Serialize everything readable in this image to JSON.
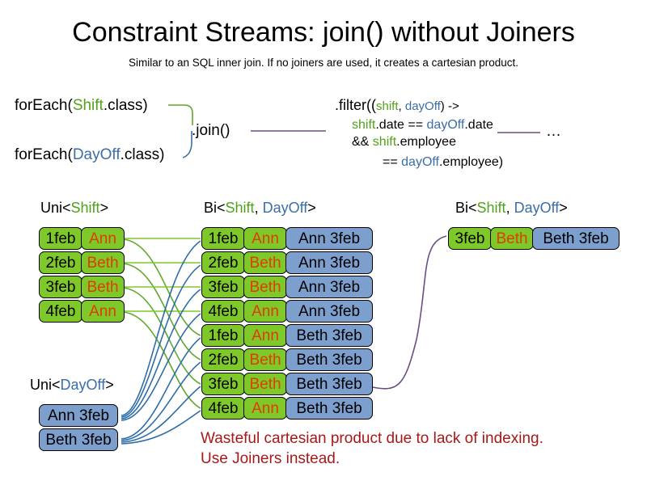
{
  "title": "Constraint Streams: join() without Joiners",
  "subtitle": "Similar to an SQL inner join. If no joiners are used, it creates a cartesian product.",
  "code": {
    "foreach_shift_pre": "forEach(",
    "foreach_shift_type": "Shift",
    "foreach_shift_post": ".class)",
    "foreach_dayoff_pre": "forEach(",
    "foreach_dayoff_type": "DayOff",
    "foreach_dayoff_post": ".class)",
    "join_label": ".join()",
    "ellipsis": "…",
    "filter": {
      "l1_pre": ".filter((",
      "l1_shift": "shift",
      "l1_comma": ", ",
      "l1_dayoff": "dayOff",
      "l1_post": ") ->",
      "l2_shift": "shift",
      "l2_mid": ".date == ",
      "l2_dayoff": "dayOff",
      "l2_post": ".date",
      "l3_pre": "&& ",
      "l3_shift": "shift",
      "l3_post": ".employee",
      "l4_pre": "== ",
      "l4_dayoff": "dayOff",
      "l4_post": ".employee)"
    }
  },
  "labels": {
    "uni_shift": {
      "pre": "Uni<",
      "type": "Shift",
      "post": ">"
    },
    "bi_mid": {
      "pre": "Bi<",
      "type_a": "Shift",
      "comma": ", ",
      "type_b": "DayOff",
      "post": ">"
    },
    "bi_right": {
      "pre": "Bi<",
      "type_a": "Shift",
      "comma": ", ",
      "type_b": "DayOff",
      "post": ">"
    },
    "uni_dayoff": {
      "pre": "Uni<",
      "type": "DayOff",
      "post": ">"
    }
  },
  "uni_shift_rows": [
    {
      "date": "1feb",
      "name": "Ann"
    },
    {
      "date": "2feb",
      "name": "Beth"
    },
    {
      "date": "3feb",
      "name": "Beth"
    },
    {
      "date": "4feb",
      "name": "Ann"
    }
  ],
  "uni_dayoff_rows": [
    {
      "pair": "Ann 3feb"
    },
    {
      "pair": "Beth 3feb"
    }
  ],
  "bi_mid_rows": [
    {
      "date": "1feb",
      "name": "Ann",
      "pair": "Ann 3feb"
    },
    {
      "date": "2feb",
      "name": "Beth",
      "pair": "Ann 3feb"
    },
    {
      "date": "3feb",
      "name": "Beth",
      "pair": "Ann 3feb"
    },
    {
      "date": "4feb",
      "name": "Ann",
      "pair": "Ann 3feb"
    },
    {
      "date": "1feb",
      "name": "Ann",
      "pair": "Beth 3feb"
    },
    {
      "date": "2feb",
      "name": "Beth",
      "pair": "Beth 3feb"
    },
    {
      "date": "3feb",
      "name": "Beth",
      "pair": "Beth 3feb"
    },
    {
      "date": "4feb",
      "name": "Ann",
      "pair": "Beth 3feb"
    }
  ],
  "bi_right_rows": [
    {
      "date": "3feb",
      "name": "Beth",
      "pair": "Beth 3feb"
    }
  ],
  "warning": {
    "line1": "Wasteful cartesian product due to lack of indexing.",
    "line2": "Use Joiners instead."
  },
  "colors": {
    "shift_green": "#51a11c",
    "dayoff_blue": "#3a6ea8",
    "card_green": "#7FC82A",
    "card_blue": "#7D9FCE",
    "name_orange": "#E03C00",
    "warning_red": "#A81818",
    "wire_green": "#5FA82A",
    "wire_blue": "#2E6DA8",
    "wire_purple": "#6B4E82"
  }
}
